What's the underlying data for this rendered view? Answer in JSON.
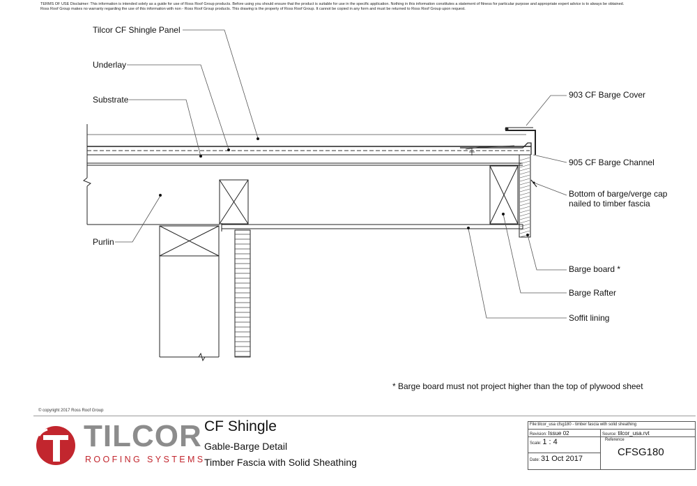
{
  "disclaimer": {
    "line1": "TERMS OF USE Disclaimer: This information is intended solely as a guide for use of Ross Roof Group products. Before using you should ensure that the product is suitable for use in the specific application. Nothing in this information constitutes a statement of fitness for particular purpose and appropriate expert advice is to always be obtained.",
    "line2": "Ross Roof Group makes no warranty regarding the use of this information with non - Ross Roof Group products. This drawing is the property of Ross Roof Group. It cannot be copied in any form and must be returned to Ross Roof Group upon request."
  },
  "labels": {
    "shingle_panel": "Tilcor CF Shingle Panel",
    "underlay": "Underlay",
    "substrate": "Substrate",
    "purlin": "Purlin",
    "barge_cover": "903 CF Barge Cover",
    "barge_channel": "905 CF Barge Channel",
    "bottom_cap_1": "Bottom of barge/verge cap",
    "bottom_cap_2": "nailed to timber fascia",
    "barge_board": "Barge board *",
    "barge_rafter": "Barge Rafter",
    "soffit": "Soffit lining"
  },
  "note": "* Barge board must not project higher than the top of plywood sheet",
  "copyright": "© copyright 2017 Ross Roof Group",
  "logo": {
    "name": "TILCOR",
    "tagline": "ROOFING SYSTEMS",
    "brand_red": "#c2262e",
    "brand_grey": "#8c8c8c"
  },
  "title": {
    "main": "CF Shingle",
    "sub1": "Gable-Barge Detail",
    "sub2": "Timber Fascia with Solid Sheathing"
  },
  "titleblock": {
    "file_label": "File:",
    "file_value": "tilcor_usa cfsg180 - timber fascia with solid sheathing",
    "revision_label": "Revision:",
    "revision_value": "Issue 02",
    "source_label": "Source:",
    "source_value": "tilcor_usa.rvt",
    "scale_label": "Scale:",
    "scale_value": "1 : 4",
    "reference_label": "Reference",
    "date_label": "Date:",
    "date_value": "31 Oct 2017",
    "reference_value": "CFSG180"
  }
}
